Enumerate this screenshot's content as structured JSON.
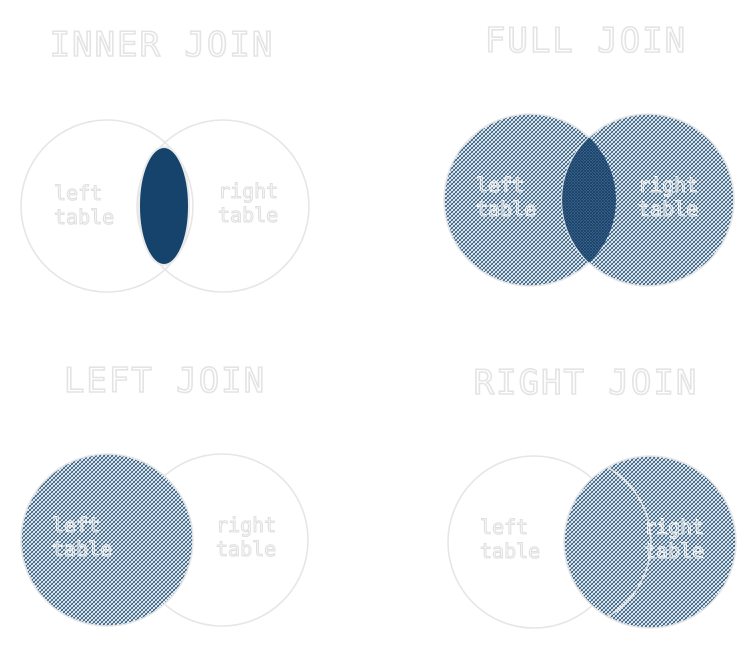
{
  "colors": {
    "fill": "#1a4a73",
    "outline": "#e6e6e6",
    "label_light": "#e2e2e2",
    "label_on_fill": "#f2f2f2"
  },
  "panels": {
    "inner": {
      "title": "INNER JOIN",
      "left_label": [
        "left",
        "table"
      ],
      "right_label": [
        "right",
        "table"
      ]
    },
    "full": {
      "title": "FULL JOIN",
      "left_label": [
        "left",
        "table"
      ],
      "right_label": [
        "right",
        "table"
      ]
    },
    "left": {
      "title": "LEFT JOIN",
      "left_label": [
        "left",
        "table"
      ],
      "right_label": [
        "right",
        "table"
      ]
    },
    "right": {
      "title": "RIGHT JOIN",
      "left_label": [
        "left",
        "table"
      ],
      "right_label": [
        "right",
        "table"
      ]
    }
  }
}
